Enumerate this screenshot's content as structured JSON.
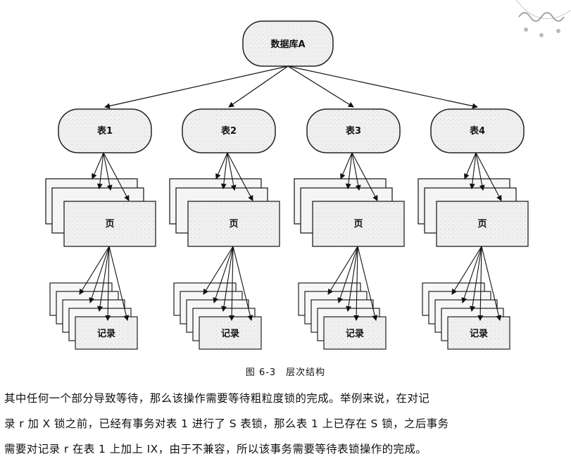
{
  "diagram": {
    "root_label": "数据库A",
    "table_labels": [
      "表1",
      "表2",
      "表3",
      "表4"
    ],
    "page_label": "页",
    "record_label": "记录"
  },
  "figure_caption": "图 6-3　层次结构",
  "paragraph": {
    "lines": [
      "其中任何一个部分导致等待，那么该操作需要等待粗粒度锁的完成。举例来说，在对记",
      "录 r 加 X 锁之前，已经有事务对表 1 进行了 S 表锁，那么表 1 上已存在 S 锁，之后事务",
      "需要对记录 r 在表 1 上加上 IX，由于不兼容，所以该事务需要等待表锁操作的完成。"
    ]
  }
}
